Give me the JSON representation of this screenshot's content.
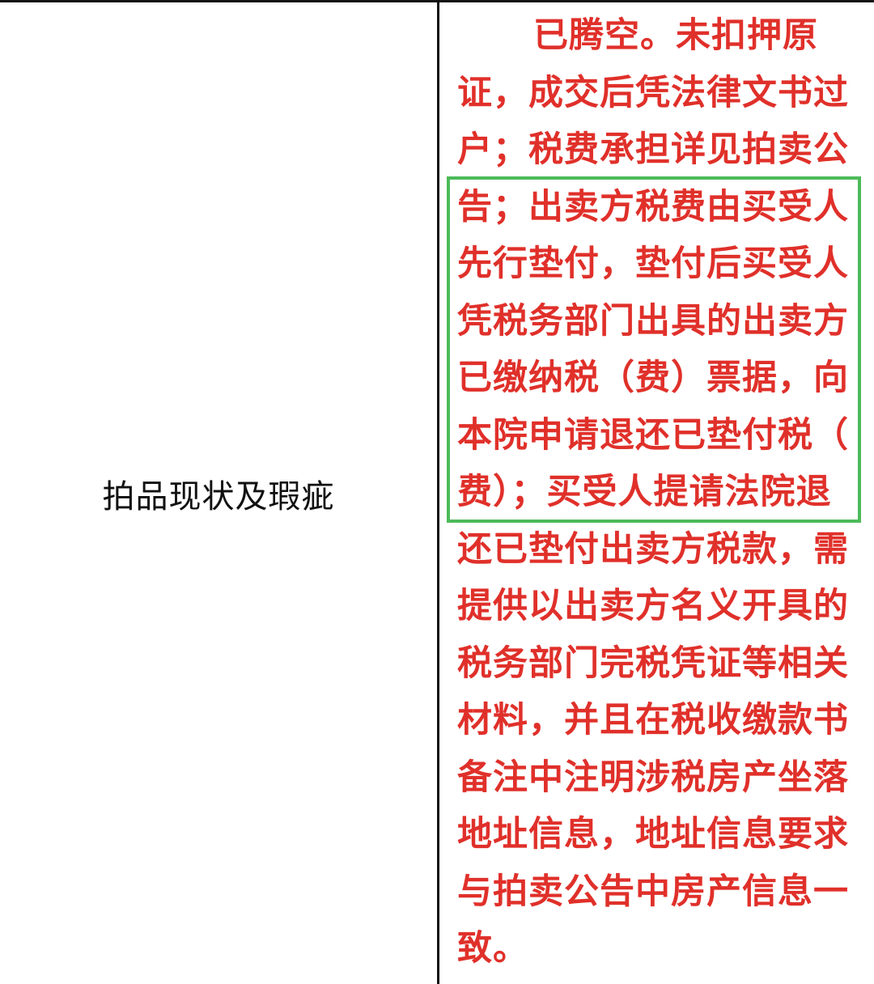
{
  "table": {
    "row_label": "拍品现状及瑕疵",
    "row_value_lines": [
      "已腾空。未扣押原",
      "证，成交后凭法律文书过",
      "户；税费承担详见拍卖公",
      "告；出卖方税费由买受人",
      "先行垫付，垫付后买受人",
      "凭税务部门出具的出卖方",
      "已缴纳税（费）票据，向",
      "本院申请退还已垫付税（",
      "费）；买受人提请法院退",
      "还已垫付出卖方税款，需",
      "提供以出卖方名义开具的",
      "税务部门完税凭证等相关",
      "材料，并且在税收缴款书",
      "备注中注明涉税房产坐落",
      "地址信息，地址信息要求",
      "与拍卖公告中房产信息一",
      "致。"
    ],
    "highlight": {
      "first_line_index": 3,
      "last_line_index": 8,
      "border_color": "#4cbb5a"
    },
    "text_color": "#e0302a"
  }
}
